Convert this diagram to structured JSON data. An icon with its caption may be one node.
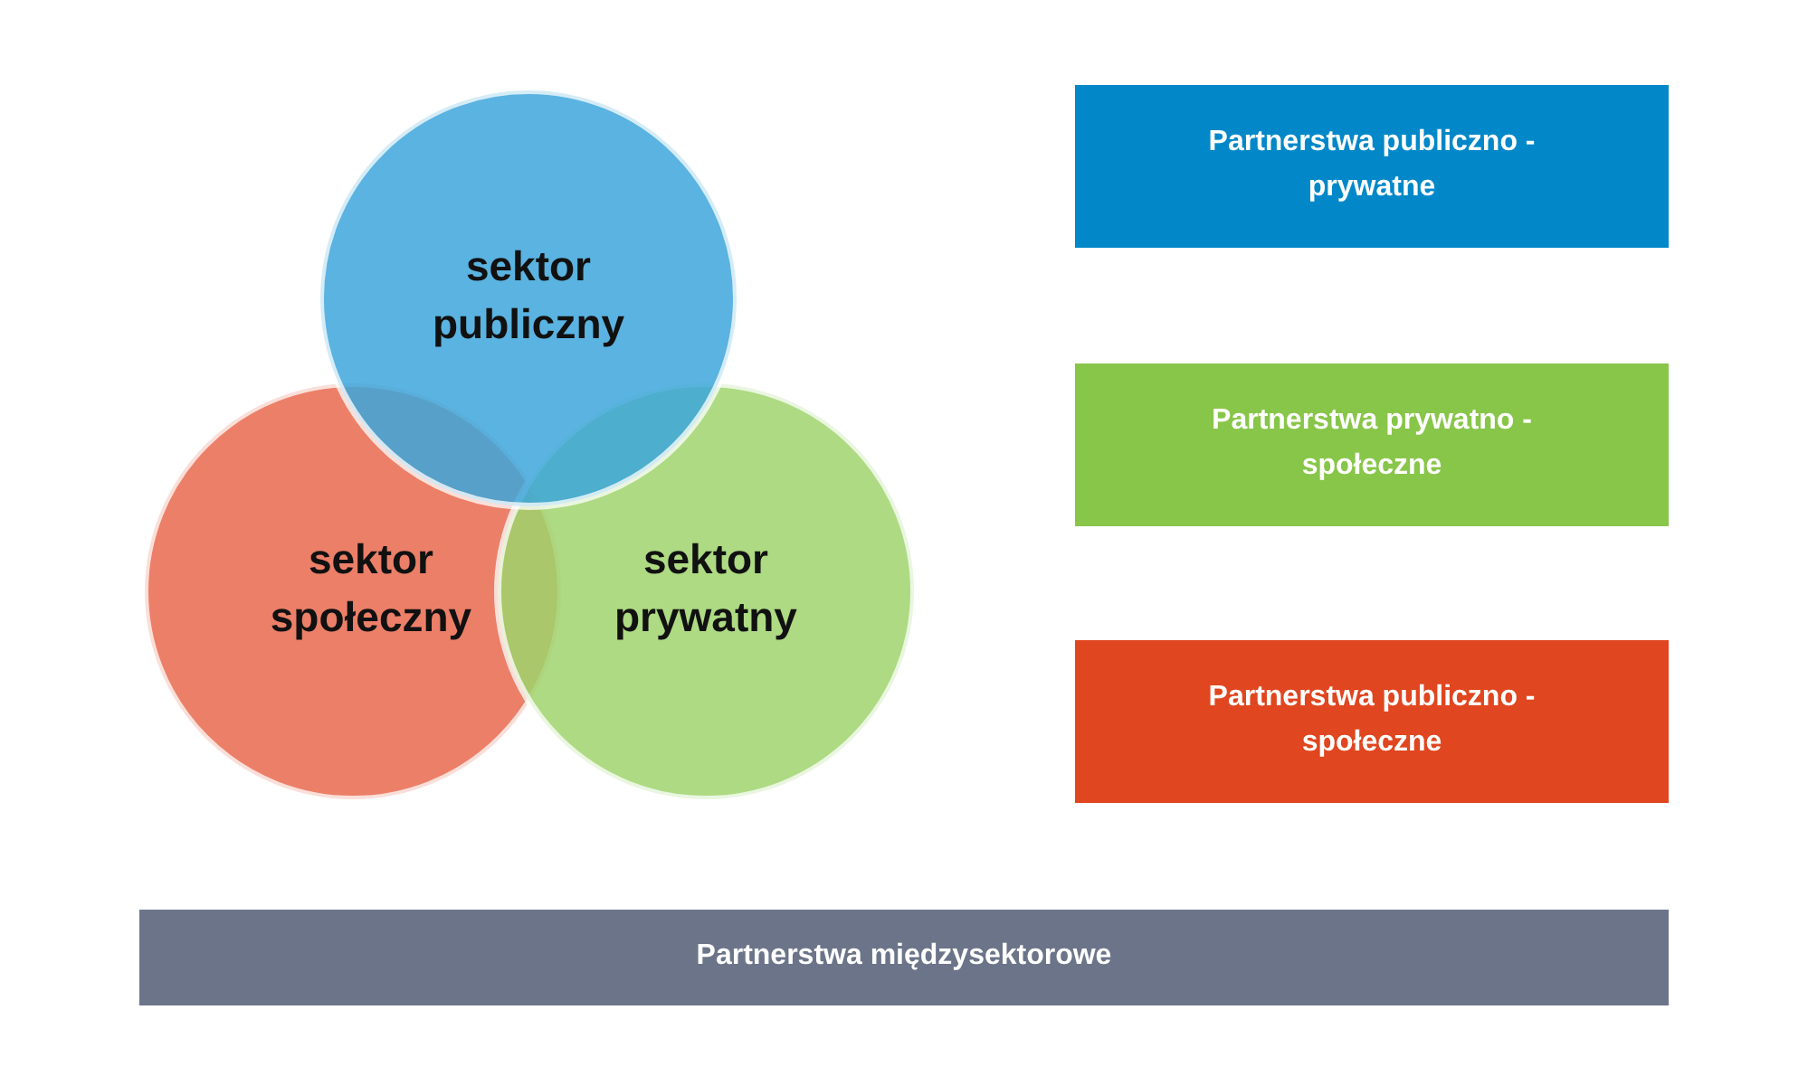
{
  "diagram": {
    "nodes": [
      {
        "text": [
          "sektor publiczny"
        ]
      },
      {
        "text": [
          "sektor społeczny"
        ]
      },
      {
        "text": [
          "sektor prywatny"
        ]
      },
      {
        "text": [
          "Partnerstwa publiczno - prywatne"
        ]
      },
      {
        "text": [
          "Partnerstwa prywatno - społeczne"
        ]
      },
      {
        "text": [
          "Partnerstwa publiczno - społeczne"
        ]
      },
      {
        "text": [
          "Partnerstwa międzysektorowe"
        ]
      }
    ]
  }
}
